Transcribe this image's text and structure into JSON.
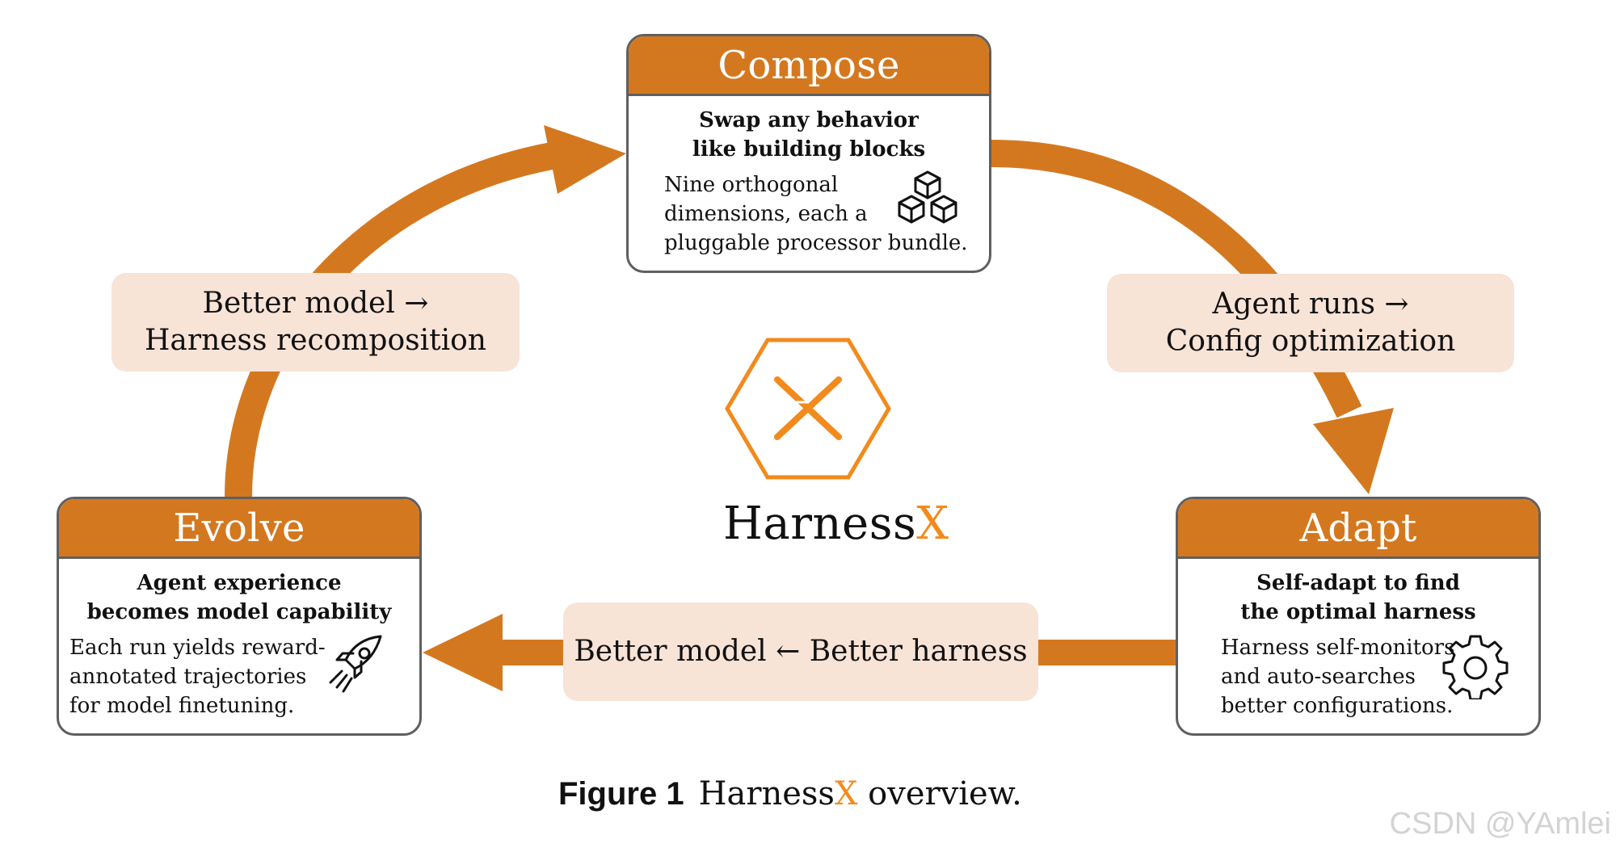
{
  "colors": {
    "arrow": "#d4781f",
    "header": "#d4781f",
    "pill": "#f8e3d7",
    "border": "#5f5f5f",
    "accent": "#f28a1c",
    "watermark": "#d3d3d3"
  },
  "stages": {
    "compose": {
      "title": "Compose",
      "subtitle": [
        "Swap any behavior",
        "like building blocks"
      ],
      "body": [
        "Nine orthogonal",
        "dimensions, each a",
        "pluggable processor bundle."
      ],
      "icon": "cubes-icon"
    },
    "adapt": {
      "title": "Adapt",
      "subtitle": [
        "Self-adapt to find",
        "the optimal harness"
      ],
      "body": [
        "Harness self-monitors",
        "and auto-searches",
        "better configurations."
      ],
      "icon": "gear-icon"
    },
    "evolve": {
      "title": "Evolve",
      "subtitle": [
        "Agent experience",
        "becomes model capability"
      ],
      "body": [
        "Each run yields reward-",
        "annotated trajectories",
        "for model finetuning."
      ],
      "icon": "rocket-icon"
    }
  },
  "transitions": {
    "left": [
      "Better model →",
      "Harness recomposition"
    ],
    "right": [
      "Agent runs →",
      "Config optimization"
    ],
    "bottom": [
      "Better model ← Better harness"
    ]
  },
  "logo": {
    "name_prefix": "Harness",
    "name_suffix": "X",
    "icon": "hexagon-x-icon"
  },
  "caption": {
    "number": "Figure 1",
    "name_prefix": "Harness",
    "name_suffix": "X",
    "rest": " overview."
  },
  "watermark": "CSDN @YAmlei"
}
